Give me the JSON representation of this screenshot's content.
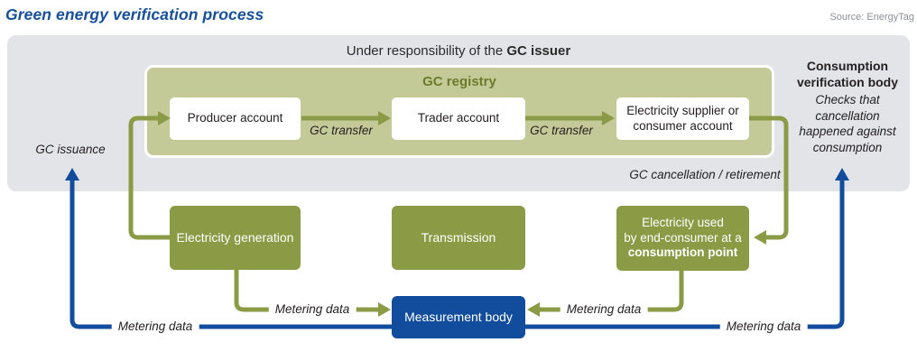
{
  "header": {
    "title": "Green energy verification process",
    "source": "Source: EnergyTag"
  },
  "container": {
    "label_prefix": "Under responsibility of the ",
    "label_bold": "GC issuer"
  },
  "registry": {
    "title": "GC registry",
    "accounts": [
      "Producer account",
      "Trader account",
      "Electricity supplier or consumer account"
    ]
  },
  "flow_labels": {
    "transfer1": "GC transfer",
    "transfer2": "GC transfer",
    "issuance": "GC issuance",
    "cancellation": "GC cancellation / retirement"
  },
  "physical": {
    "generation": "Electricity generation",
    "transmission": "Transmission",
    "consumption_line1": "Electricity used",
    "consumption_line2": "by end-consumer at a",
    "consumption_bold": "consumption point"
  },
  "measurement": {
    "label": "Measurement body"
  },
  "verification": {
    "title": "Consumption verification body",
    "subtitle": "Checks that cancellation happened against consumption"
  },
  "metering": {
    "blue_left": "Metering data",
    "generation": "Metering data",
    "consumption": "Metering data",
    "blue_right": "Metering data"
  },
  "colors": {
    "title_blue": "#164f9b",
    "accent_blue": "#114d9c",
    "olive": "#8a9a45",
    "olive_light": "#c4ca97",
    "olive_text": "#6c7b2a",
    "container_gray": "#e2e4e7",
    "source_gray": "#8d9095"
  }
}
